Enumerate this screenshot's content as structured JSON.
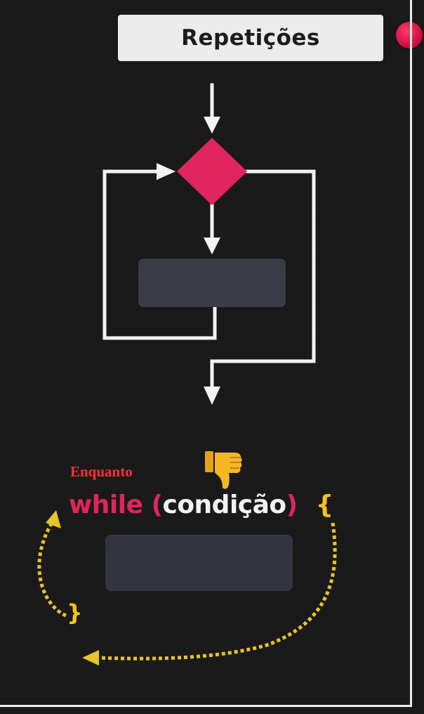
{
  "title": "Repetições",
  "annotation": "Enquanto",
  "code": {
    "keyword": "while",
    "open_paren": "(",
    "condition": "condição",
    "close_paren": ")",
    "open_brace": "{",
    "close_brace": "}"
  },
  "icons": {
    "thumb": "thumbs-down-icon",
    "record": "record-dot-icon"
  },
  "colors": {
    "background": "#181818",
    "decision": "#e0245e",
    "process_box": "#3a3d48",
    "arrows": "#f2f2f2",
    "keyword": "#e0245e",
    "brace": "#f4c21a",
    "loop_arrow": "#e8c32b",
    "annotation": "#ff3030"
  }
}
